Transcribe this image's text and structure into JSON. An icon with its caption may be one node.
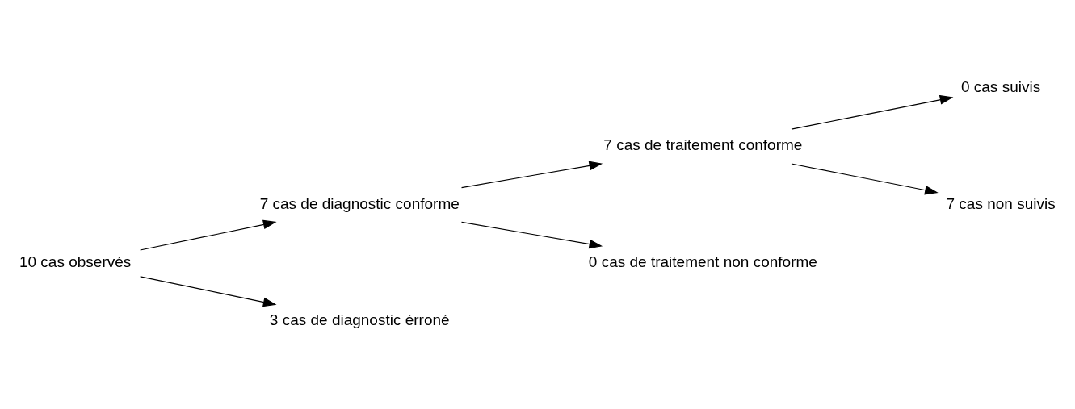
{
  "diagram": {
    "nodes": [
      {
        "text": [
          "10 cas observés"
        ]
      },
      {
        "text": [
          "7 cas de diagnostic conforme"
        ]
      },
      {
        "text": [
          "3 cas de diagnostic érroné"
        ]
      },
      {
        "text": [
          "7 cas de traitement conforme"
        ]
      },
      {
        "text": [
          "0 cas de traitement non conforme"
        ]
      },
      {
        "text": [
          "0 cas suivis"
        ]
      },
      {
        "text": [
          "7 cas non suivis"
        ]
      }
    ],
    "edges": [
      {
        "from": 0,
        "to": 1,
        "arrow": "to"
      },
      {
        "from": 0,
        "to": 2,
        "arrow": "to"
      },
      {
        "from": 1,
        "to": 3,
        "arrow": "to"
      },
      {
        "from": 1,
        "to": 4,
        "arrow": "to"
      },
      {
        "from": 3,
        "to": 5,
        "arrow": "to"
      },
      {
        "from": 3,
        "to": 6,
        "arrow": "to"
      }
    ]
  }
}
